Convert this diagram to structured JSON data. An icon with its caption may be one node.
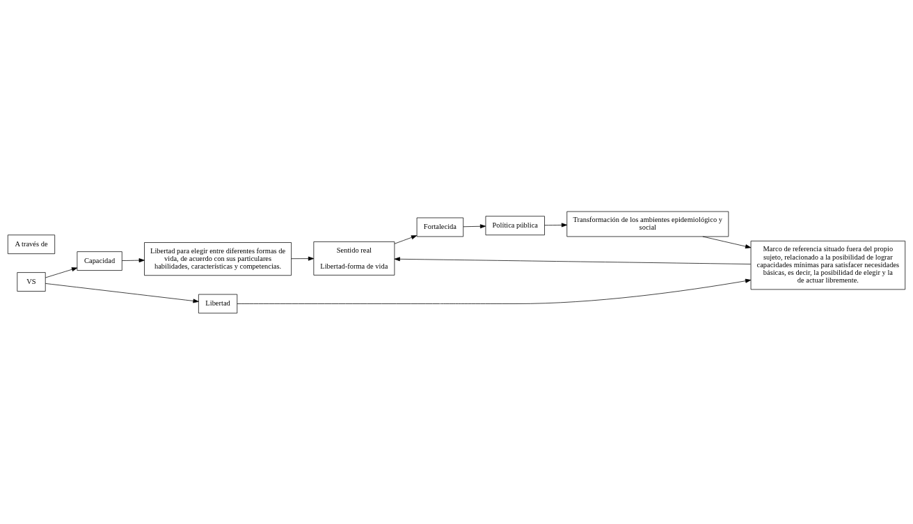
{
  "diagram": {
    "nodes": [
      {
        "text": [
          "Capacidad"
        ]
      },
      {
        "text": [
          "Libertad para elegir entre diferentes formas de vida, de acuerdo con sus particulares habilidades, características y competencias."
        ]
      },
      {
        "text": [
          "VS"
        ]
      },
      {
        "text": [
          "Sentido real",
          "Libertad-forma de vida"
        ]
      },
      {
        "text": [
          "Libertad"
        ]
      },
      {
        "text": [
          "Marco de referencia situado fuera del propio sujeto, relacionado a la posibilidad de lograr capacidades mínimas para satisfacer necesidades básicas, es decir, la posibilidad de elegir y la de actuar libremente."
        ]
      },
      {
        "text": [
          "Fortalecida"
        ]
      },
      {
        "text": [
          "A través de"
        ]
      },
      {
        "text": [
          "Política pública"
        ]
      },
      {
        "text": [
          "Transformación de los ambientes epidemiológico y social"
        ]
      }
    ],
    "edges": [
      {
        "from": 0,
        "to": 1,
        "arrow": "to"
      },
      {
        "from": 1,
        "to": 3,
        "arrow": "to"
      },
      {
        "from": 2,
        "to": 0,
        "arrow": "to"
      },
      {
        "from": 2,
        "to": 4,
        "arrow": "to"
      },
      {
        "from": 4,
        "to": 5,
        "arrow": "to"
      },
      {
        "from": 5,
        "to": 3,
        "arrow": "to"
      },
      {
        "from": 3,
        "to": 6,
        "arrow": "to"
      },
      {
        "from": 6,
        "to": 8,
        "arrow": "to"
      },
      {
        "from": 8,
        "to": 9,
        "arrow": "to"
      },
      {
        "from": 9,
        "to": 5,
        "arrow": "to"
      }
    ]
  }
}
